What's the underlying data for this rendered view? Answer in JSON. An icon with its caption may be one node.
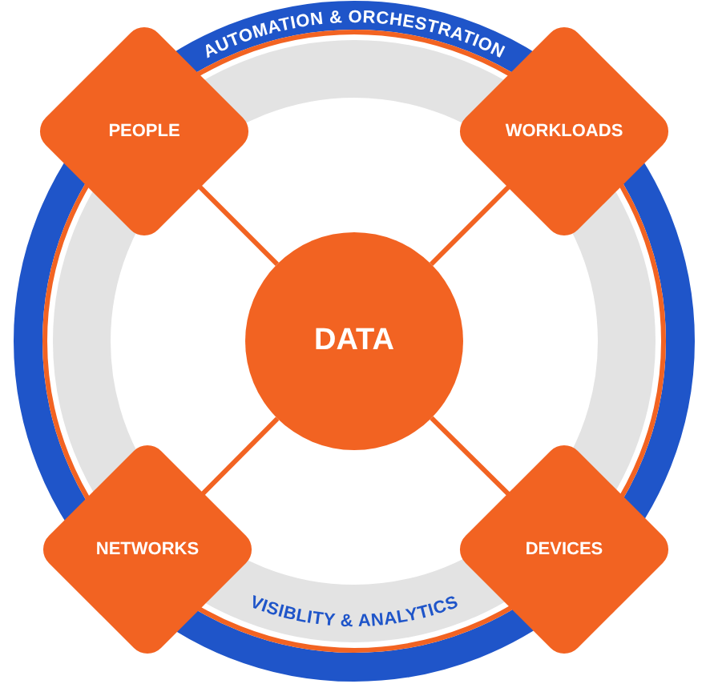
{
  "diagram": {
    "nodes": [
      {
        "text": [
          "PEOPLE"
        ]
      },
      {
        "text": [
          "WORKLOADS"
        ]
      },
      {
        "text": [
          "DATA"
        ]
      },
      {
        "text": [
          "NETWORKS"
        ]
      },
      {
        "text": [
          "DEVICES"
        ]
      }
    ],
    "edges": [
      {
        "from": 2,
        "to": 0,
        "arrow": "none"
      },
      {
        "from": 2,
        "to": 1,
        "arrow": "none"
      },
      {
        "from": 2,
        "to": 3,
        "arrow": "none"
      },
      {
        "from": 2,
        "to": 4,
        "arrow": "none"
      }
    ],
    "labels": [
      "AUTOMATION & ORCHESTRATION",
      "VISIBLITY & ANALYTICS"
    ]
  }
}
